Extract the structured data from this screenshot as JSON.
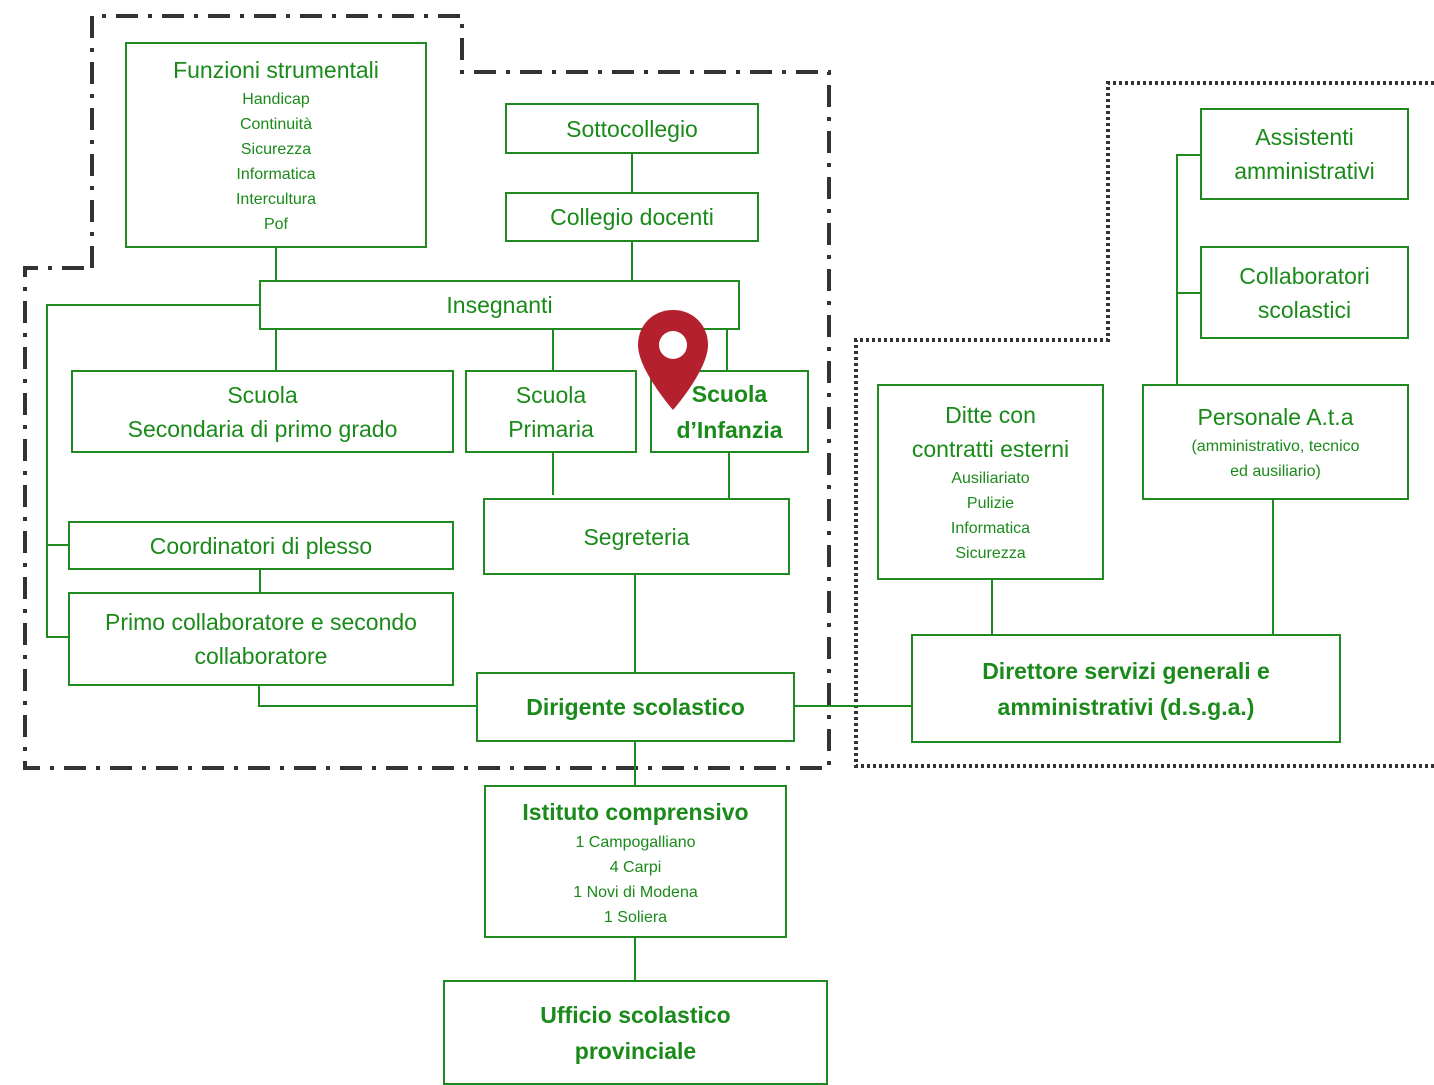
{
  "colors": {
    "accent": "#1a8a1a",
    "border": "#1f8a1f",
    "pin": "#b5202e",
    "dash": "#333333"
  },
  "nodes": {
    "funzioni": {
      "title": "Funzioni strumentali",
      "items": [
        "Handicap",
        "Continuità",
        "Sicurezza",
        "Informatica",
        "Intercultura",
        "Pof"
      ]
    },
    "sottocollegio": {
      "title": "Sottocollegio"
    },
    "collegio": {
      "title": "Collegio docenti"
    },
    "insegnanti": {
      "title": "Insegnanti"
    },
    "secondaria": {
      "title": "Scuola\nSecondaria di primo grado"
    },
    "primaria": {
      "title": "Scuola\nPrimaria"
    },
    "infanzia": {
      "title": "Scuola\nd’Infanzia"
    },
    "segreteria": {
      "title": "Segreteria"
    },
    "coordinatori": {
      "title": "Coordinatori di plesso"
    },
    "collaboratore": {
      "title": "Primo collaboratore e secondo\ncollaboratore"
    },
    "dirigente": {
      "title": "Dirigente scolastico"
    },
    "istituto": {
      "title": "Istituto comprensivo",
      "items": [
        "1 Campogalliano",
        "4 Carpi",
        "1 Novi di Modena",
        "1 Soliera"
      ]
    },
    "ufficio": {
      "title": "Ufficio scolastico\nprovinciale"
    },
    "assistenti": {
      "title": "Assistenti\namministrativi"
    },
    "collab_scolastici": {
      "title": "Collaboratori\nscolastici"
    },
    "personale": {
      "title": "Personale A.t.a",
      "subtitle": "(amministrativo, tecnico\ned ausiliario)"
    },
    "ditte": {
      "title": "Ditte con\ncontratti esterni",
      "items": [
        "Ausiliariato",
        "Pulizie",
        "Informatica",
        "Sicurezza"
      ]
    },
    "dsga": {
      "title": "Direttore servizi generali e\namministrativi (d.s.g.a.)"
    }
  },
  "icons": {
    "location": "map-pin-icon"
  }
}
